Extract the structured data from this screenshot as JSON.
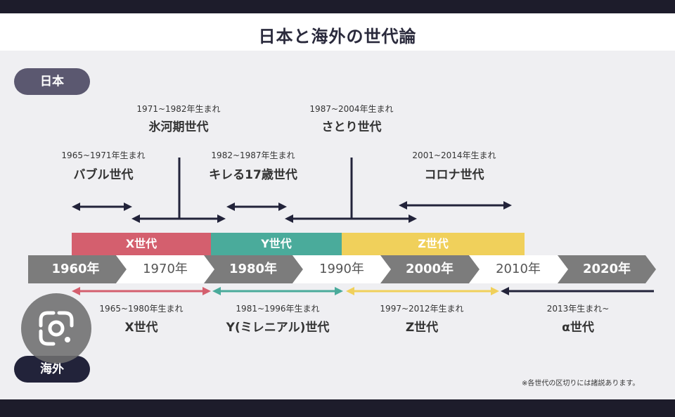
{
  "title": "日本と海外の世代論",
  "sections": {
    "japan": "日本",
    "overseas": "海外"
  },
  "japan_generations": [
    {
      "years": "1965~1971年生まれ",
      "name": "バブル世代"
    },
    {
      "years": "1971~1982年生まれ",
      "name": "氷河期世代"
    },
    {
      "years": "1982~1987年生まれ",
      "name": "キレる17歳世代"
    },
    {
      "years": "1987~2004年生まれ",
      "name": "さとり世代"
    },
    {
      "years": "2001~2014年生まれ",
      "name": "コロナ世代"
    }
  ],
  "generation_bars": [
    {
      "label": "X世代",
      "color": "#d45f6e"
    },
    {
      "label": "Y世代",
      "color": "#4aab9b"
    },
    {
      "label": "Z世代",
      "color": "#f0d05b"
    }
  ],
  "timeline": [
    "1960年",
    "1970年",
    "1980年",
    "1990年",
    "2000年",
    "2010年",
    "2020年"
  ],
  "overseas_generations": [
    {
      "years": "1965~1980年生まれ",
      "name": "X世代",
      "color": "#d45f6e"
    },
    {
      "years": "1981~1996年生まれ",
      "name": "Y(ミレニアル)世代",
      "color": "#4aab9b"
    },
    {
      "years": "1997~2012年生まれ",
      "name": "Z世代",
      "color": "#f0d05b"
    },
    {
      "years": "2013年生まれ~",
      "name": "α世代",
      "color": "#1d1c2b"
    }
  ],
  "note": "※各世代の区切りには諸説あります。",
  "colors": {
    "dark_segment": "#7c7c7c",
    "light_segment": "#ffffff",
    "navy": "#22233a"
  },
  "icons": {
    "lens": "google-lens-icon"
  }
}
